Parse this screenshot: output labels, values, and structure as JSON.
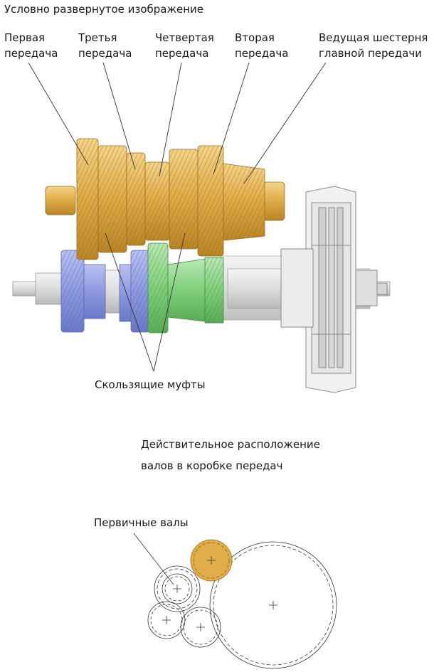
{
  "top_title": "Условно развернутое изображение",
  "labels": {
    "first_gear": [
      "Первая",
      "передача"
    ],
    "third_gear": [
      "Третья",
      "передача"
    ],
    "fourth_gear": [
      "Четвертая",
      "передача"
    ],
    "second_gear": [
      "Вторая",
      "передача"
    ],
    "main_drive_gear": [
      "Ведущая шестерня",
      "главной передачи"
    ],
    "sliding_sleeves": "Скользящие муфты"
  },
  "bottom_title": [
    "Действительное расположение",
    "валов в коробке передач"
  ],
  "input_shafts_label": "Первичные валы",
  "colors": {
    "gold": "#e0ad4a",
    "gold_dark": "#a77a1f",
    "blue": "#8e9be0",
    "green": "#7fcf7a",
    "line": "#333333"
  }
}
